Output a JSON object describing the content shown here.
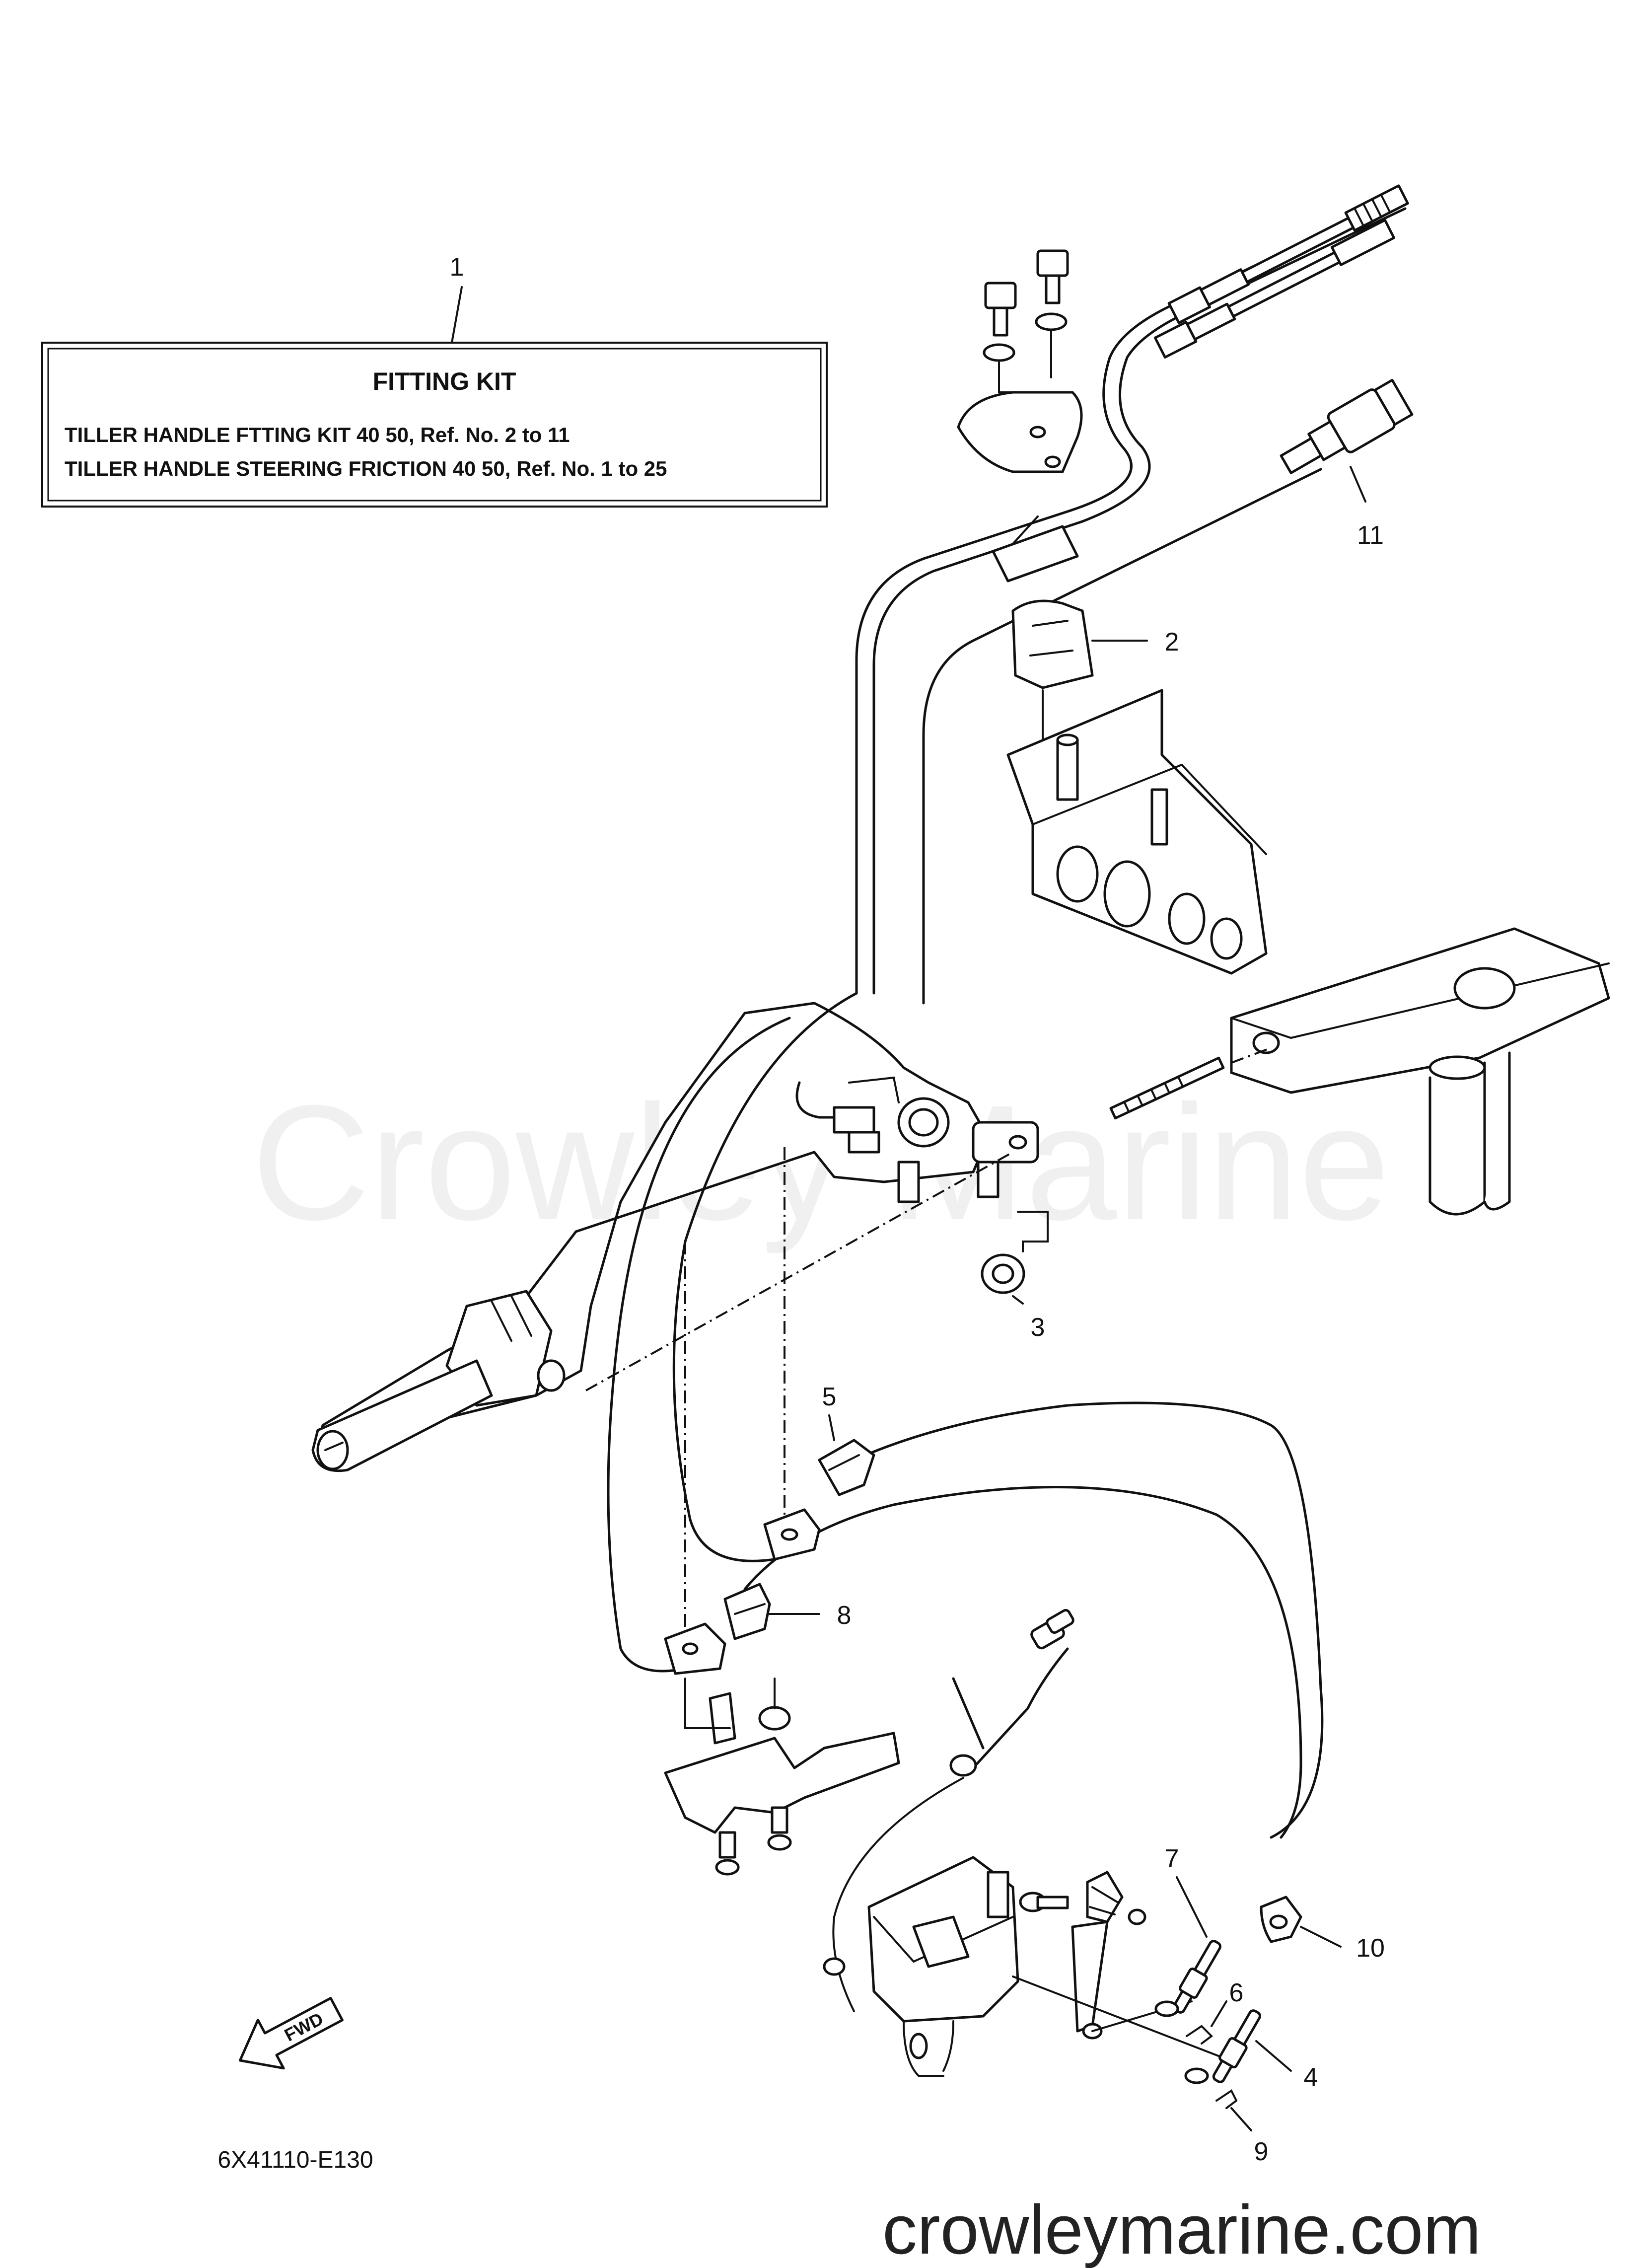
{
  "fitting_kit": {
    "callout": "1",
    "title": "FITTING KIT",
    "line1": "TILLER HANDLE FTTING KIT 40 50, Ref. No. 2 to 11",
    "line2": "TILLER HANDLE STEERING FRICTION 40 50, Ref. No. 1 to 25"
  },
  "callouts": [
    "2",
    "3",
    "4",
    "5",
    "6",
    "7",
    "8",
    "9",
    "10",
    "11"
  ],
  "diagram_code": "6X41110-E130",
  "fwd_label": "FWD",
  "watermark": "Crowley Marine",
  "website": "crowleymarine.com"
}
